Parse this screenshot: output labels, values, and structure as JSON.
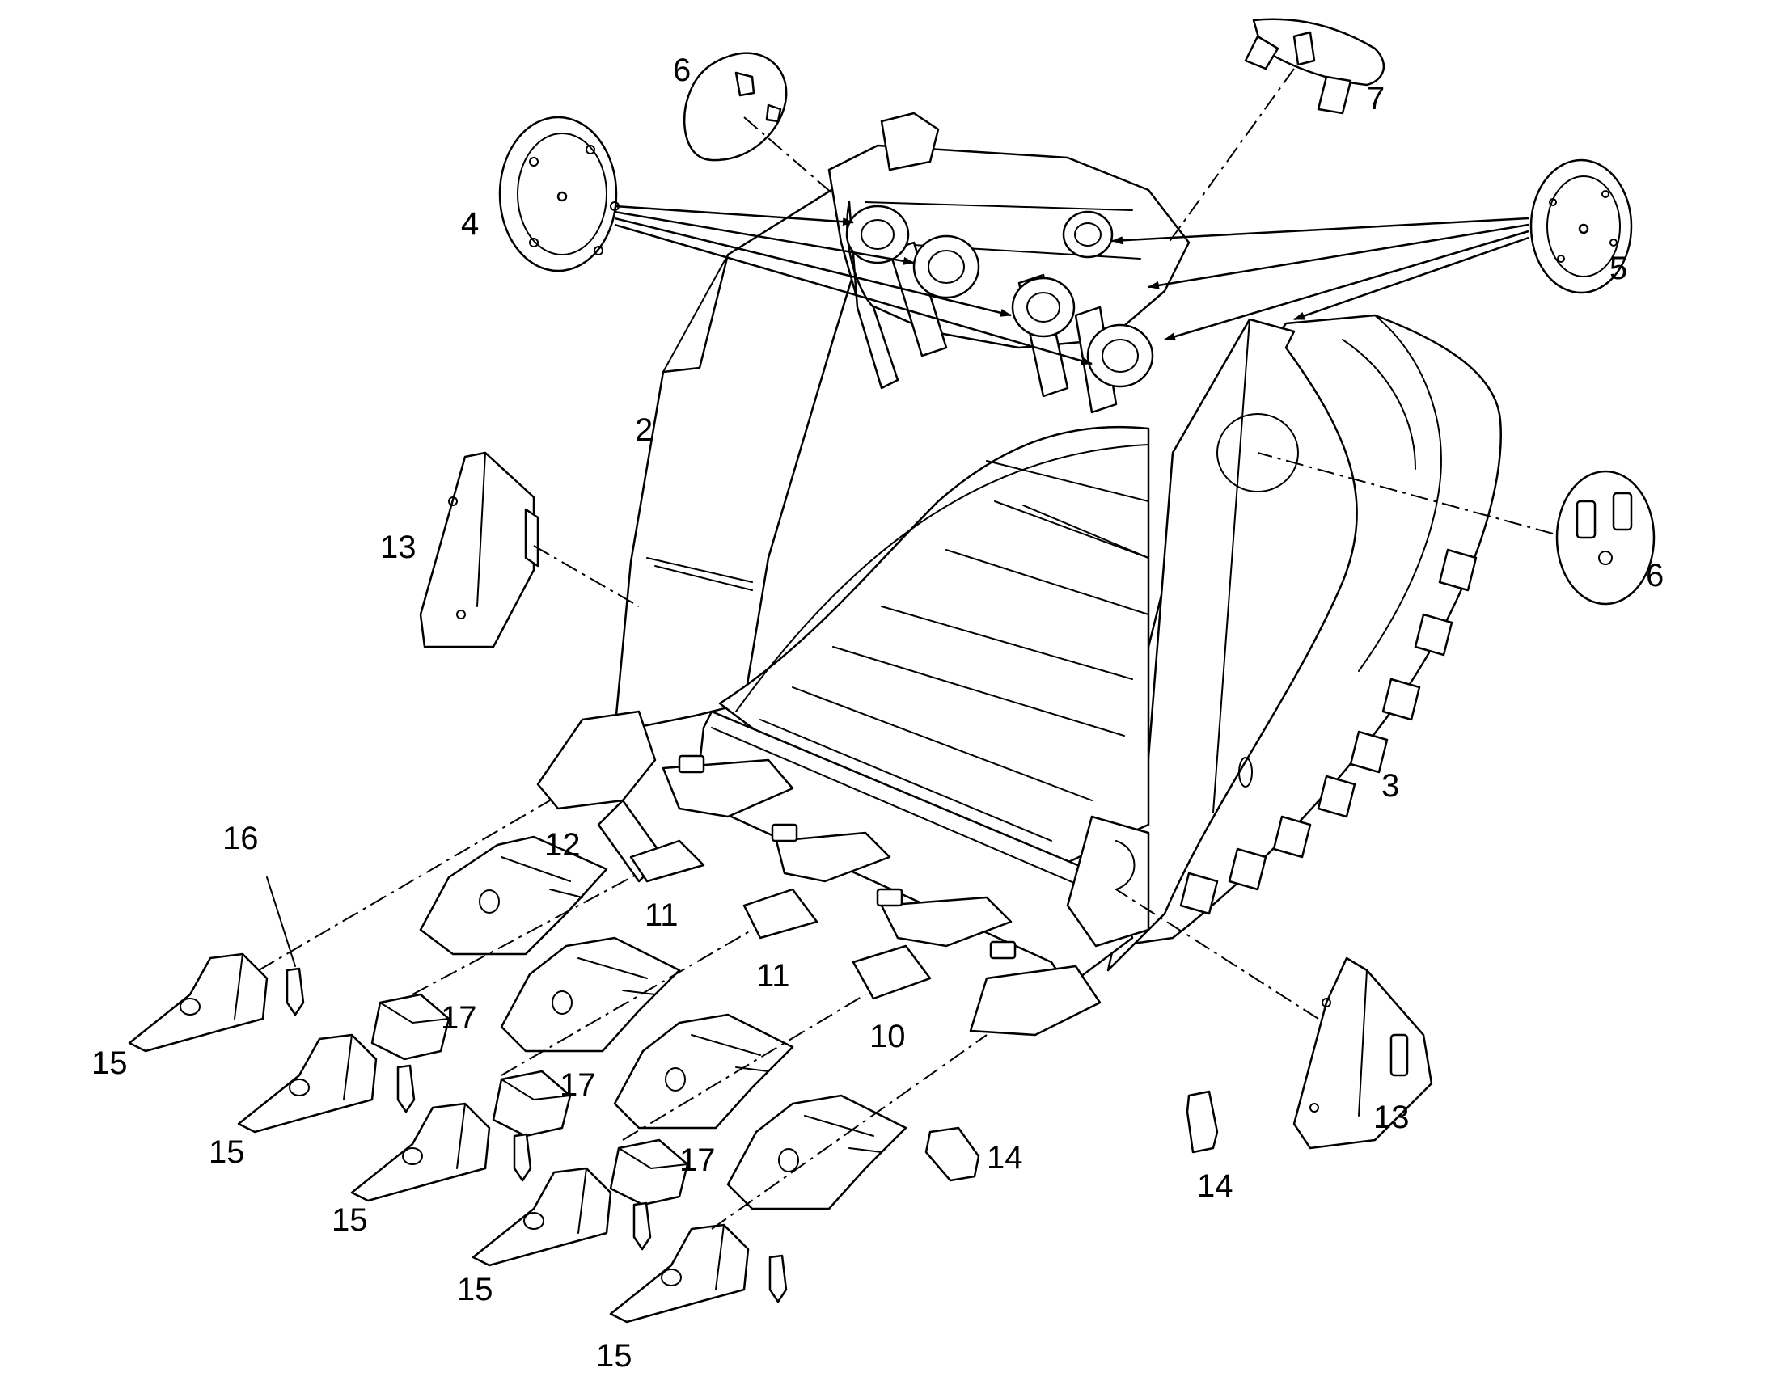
{
  "callouts": [
    {
      "id": "c2",
      "label": "2"
    },
    {
      "id": "c3",
      "label": "3"
    },
    {
      "id": "c4",
      "label": "4"
    },
    {
      "id": "c5",
      "label": "5"
    },
    {
      "id": "c6a",
      "label": "6"
    },
    {
      "id": "c6b",
      "label": "6"
    },
    {
      "id": "c7",
      "label": "7"
    },
    {
      "id": "c10",
      "label": "10"
    },
    {
      "id": "c11a",
      "label": "11"
    },
    {
      "id": "c11b",
      "label": "11"
    },
    {
      "id": "c12",
      "label": "12"
    },
    {
      "id": "c13a",
      "label": "13"
    },
    {
      "id": "c13b",
      "label": "13"
    },
    {
      "id": "c14a",
      "label": "14"
    },
    {
      "id": "c14b",
      "label": "14"
    },
    {
      "id": "c15a",
      "label": "15"
    },
    {
      "id": "c15b",
      "label": "15"
    },
    {
      "id": "c15c",
      "label": "15"
    },
    {
      "id": "c15d",
      "label": "15"
    },
    {
      "id": "c15e",
      "label": "15"
    },
    {
      "id": "c16",
      "label": "16"
    },
    {
      "id": "c17a",
      "label": "17"
    },
    {
      "id": "c17b",
      "label": "17"
    },
    {
      "id": "c17c",
      "label": "17"
    }
  ]
}
